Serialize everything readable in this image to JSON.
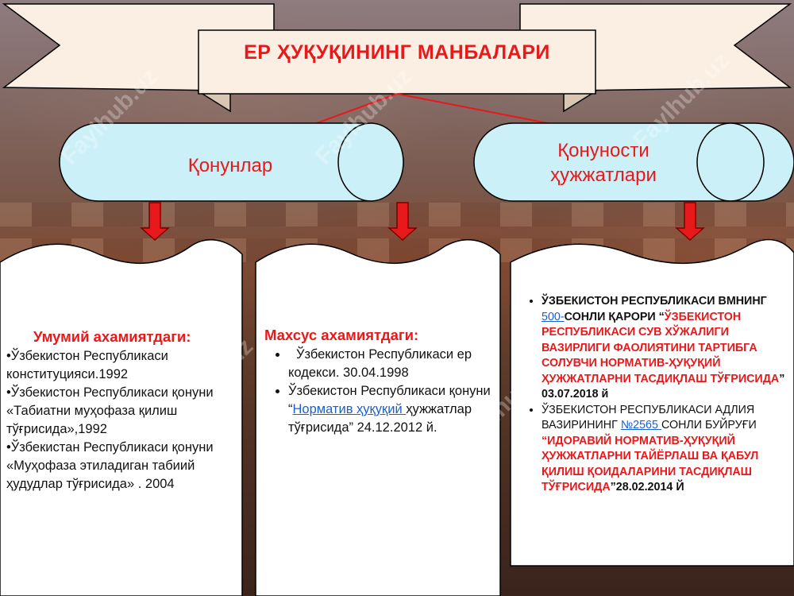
{
  "title": "ЕР ҲУҚУҚИНИНГ МАНБАЛАРИ",
  "ovals": {
    "left": "Қонунлар",
    "right_line1": "Қонуности",
    "right_line2": "ҳужжатлари"
  },
  "panel1": {
    "heading": "Умумий ахамиятдаги:",
    "items": [
      "•Ўзбекистон Республикаси конституцияси.1992",
      "•Ўзбекистон Республикаси қонуни «Табиатни муҳофаза қилиш тўғрисида»,1992",
      "•Ўзбекистан Республикаси қонуни «Муҳофаза этиладиган табиий ҳудудлар тўғрисида» . 2004"
    ]
  },
  "panel2": {
    "heading": "Махсус ахамиятдаги:",
    "item1": "Ўзбекистон Республикаси ер кодекси. 30.04.1998",
    "item2_prefix": "Ўзбекистон Республикаси қонуни “",
    "item2_link": "Норматив ҳуқуқий ",
    "item2_suffix": "ҳужжатлар тўғрисида” 24.12.2012 й."
  },
  "panel3": {
    "item1_prefix": "ЎЗБЕКИСТОН РЕСПУБЛИКАСИ ВМНИНГ ",
    "item1_link": "500-",
    "item1_mid": "СОНЛИ ҚАРОРИ “",
    "item1_red": "ЎЗБЕКИСТОН РЕСПУБЛИКАСИ СУВ ХЎЖАЛИГИ ВАЗИРЛИГИ ФАОЛИЯТИНИ ТАРТИБГА СОЛУВЧИ НОРМАТИВ-ҲУҚУҚИЙ ҲУЖЖАТЛАРНИ ТАСДИҚЛАШ ТЎҒРИСИДА",
    "item1_suffix": "” 03.07.2018 й",
    "item2_prefix": "ЎЗБЕКИСТОН РЕСПУБЛИКАСИ АДЛИЯ ВАЗИРИНИНГ ",
    "item2_link": "№2565 ",
    "item2_mid": "СОНЛИ БУЙРУҒИ ",
    "item2_red": "“ИДОРАВИЙ НОРМАТИВ-ҲУҚУҚИЙ ҲУЖЖАТЛАРНИ ТАЙЁРЛАШ ВА ҚАБУЛ ҚИЛИШ ҚОИДАЛАРИНИ ТАСДИҚЛАШ ТЎҒРИСИДА",
    "item2_suffix": "”28.02.2014 Й"
  },
  "watermark": "Faylhub.uz",
  "colors": {
    "accent_red": "#e8191b",
    "oval_fill": "#ccf0f7",
    "link_blue": "#1a5fd1",
    "title_fill": "#fbefe3"
  }
}
